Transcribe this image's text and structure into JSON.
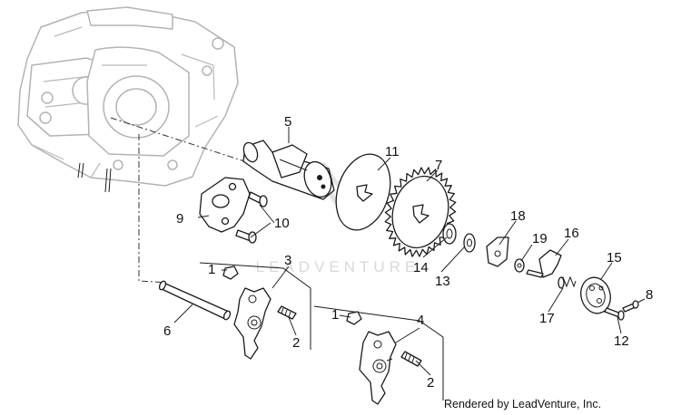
{
  "diagram": {
    "callouts": [
      "1",
      "1",
      "2",
      "2",
      "3",
      "4",
      "5",
      "6",
      "7",
      "8",
      "9",
      "10",
      "11",
      "12",
      "13",
      "14",
      "15",
      "16",
      "17",
      "18",
      "19"
    ],
    "watermark": "LEADVENTURE",
    "credit": "Rendered by LeadVenture, Inc.",
    "colors": {
      "line": "#1a1a1a",
      "housing": "#b3b3b3",
      "watermark": "#d9d9d9"
    }
  }
}
